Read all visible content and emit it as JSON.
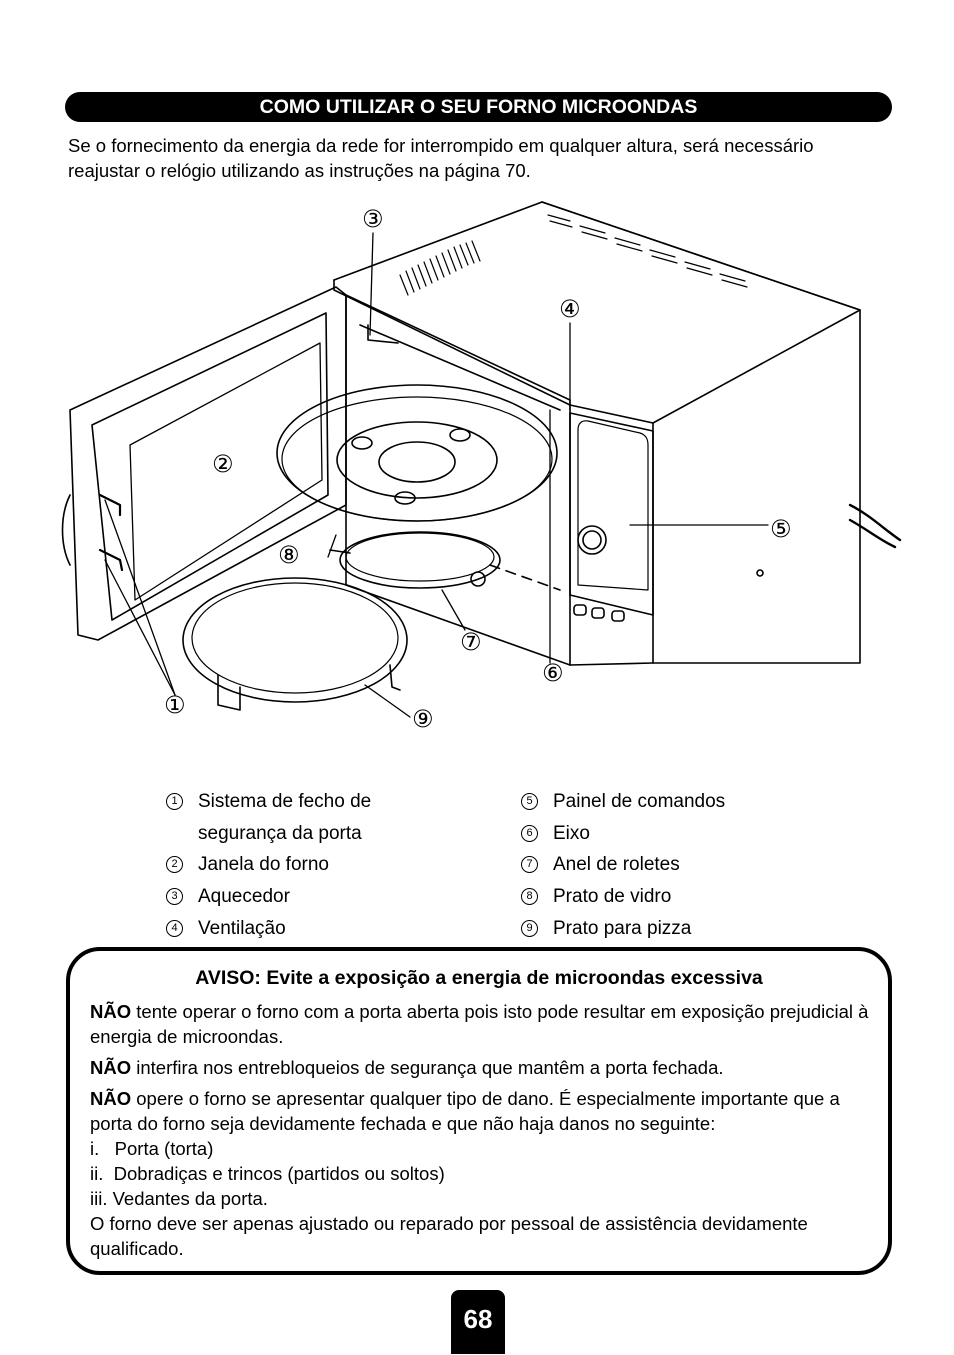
{
  "header": {
    "title": "COMO UTILIZAR O SEU FORNO MICROONDAS"
  },
  "intro": {
    "text": "Se o fornecimento da energia da rede for interrompido em qualquer altura, será necessário reajustar o relógio utilizando as instruções na página 70."
  },
  "diagram": {
    "callouts": [
      "①",
      "②",
      "③",
      "④",
      "⑤",
      "⑥",
      "⑦",
      "⑧",
      "⑨"
    ]
  },
  "legend": {
    "column1": [
      {
        "num": "1",
        "label": "Sistema de fecho de",
        "label2": "segurança da porta"
      },
      {
        "num": "2",
        "label": "Janela do forno"
      },
      {
        "num": "3",
        "label": "Aquecedor"
      },
      {
        "num": "4",
        "label": "Ventilação"
      }
    ],
    "column2": [
      {
        "num": "5",
        "label": "Painel de comandos"
      },
      {
        "num": "6",
        "label": "Eixo"
      },
      {
        "num": "7",
        "label": "Anel de roletes"
      },
      {
        "num": "8",
        "label": "Prato de vidro"
      },
      {
        "num": "9",
        "label": "Prato para pizza"
      }
    ]
  },
  "warning": {
    "title": "AVISO: Evite a exposição a energia de microondas excessiva",
    "bold_word": "NÃO",
    "p1": " tente operar o forno com a porta aberta pois isto pode resultar em exposição prejudicial à energia de microondas.",
    "p2": " interfira nos entrebloqueios de segurança que mantêm a porta fechada.",
    "p3": " opere o forno se apresentar qualquer tipo de dano. É especialmente importante que a porta do forno seja devidamente fechada e que não haja danos no seguinte:",
    "list": [
      "i.   Porta (torta)",
      "ii.  Dobradiças e trincos (partidos ou soltos)",
      "iii. Vedantes da porta."
    ],
    "closing": "O forno deve ser apenas ajustado ou reparado por pessoal de assistência devidamente qualificado."
  },
  "page": {
    "number": "68"
  }
}
